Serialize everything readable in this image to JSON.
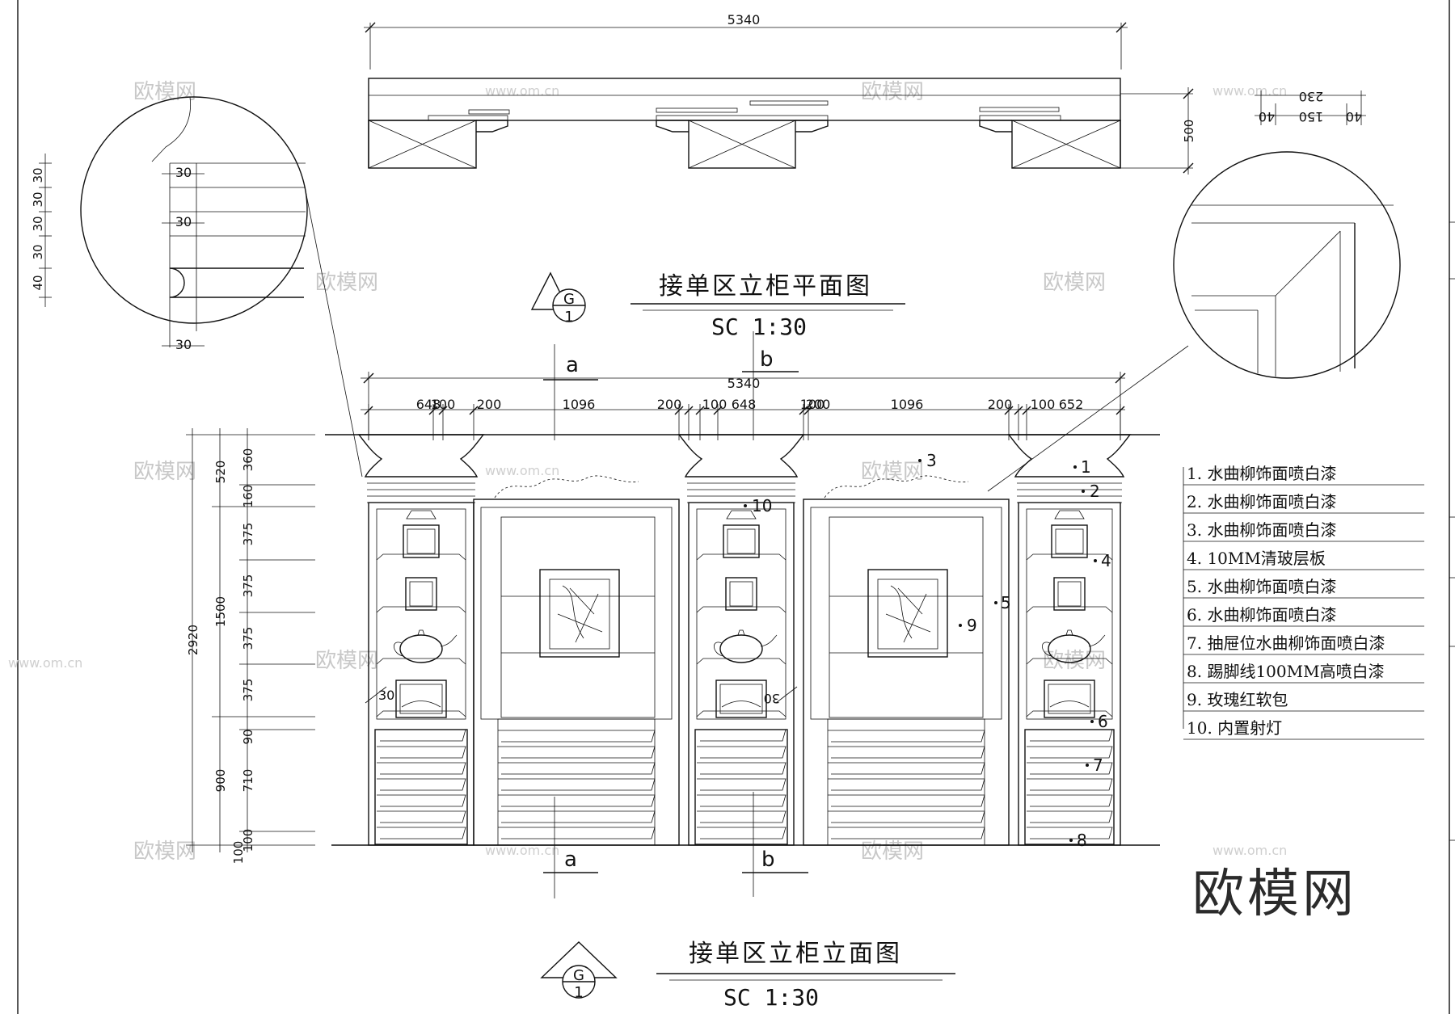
{
  "plan": {
    "overall_width": "5340",
    "depth": "500",
    "section_dims": [
      "230",
      "40",
      "150",
      "40"
    ],
    "title": "接单区立柜平面图",
    "scale": "SC  1:30",
    "symbol_letter": "G",
    "symbol_number": "1"
  },
  "elevation": {
    "overall_width": "5340",
    "top_dims": [
      "648",
      "100",
      "200",
      "1096",
      "200",
      "100",
      "648",
      "100",
      "200",
      "1096",
      "200",
      "100",
      "652"
    ],
    "left_dims_outer": [
      "2920",
      "100"
    ],
    "left_dims_mid": [
      "520",
      "1500",
      "900"
    ],
    "left_dims_inner": [
      "360",
      "160",
      "375",
      "375",
      "375",
      "375",
      "90",
      "710",
      "100"
    ],
    "inline_dims": [
      "30",
      "30"
    ],
    "section_a": "a",
    "section_b": "b",
    "title": "接单区立柜立面图",
    "scale": "SC  1:30",
    "symbol_letter": "G",
    "symbol_number": "1",
    "callouts": [
      "1",
      "2",
      "3",
      "4",
      "5",
      "6",
      "7",
      "8",
      "9",
      "10"
    ]
  },
  "detail_left": {
    "dims_h": [
      "30",
      "30",
      "30"
    ],
    "dims_v": [
      "30",
      "30",
      "30",
      "30",
      "40"
    ]
  },
  "legend": [
    "1. 水曲柳饰面喷白漆",
    "2. 水曲柳饰面喷白漆",
    "3. 水曲柳饰面喷白漆",
    "4. 10MM清玻层板",
    "5. 水曲柳饰面喷白漆",
    "6. 水曲柳饰面喷白漆",
    "7. 抽屉位水曲柳饰面喷白漆",
    "8. 踢脚线100MM高喷白漆",
    "9. 玫瑰红软包",
    "10. 内置射灯"
  ],
  "watermark": {
    "text": "欧模网",
    "url": "www.om.cn"
  },
  "brand": "欧模网"
}
